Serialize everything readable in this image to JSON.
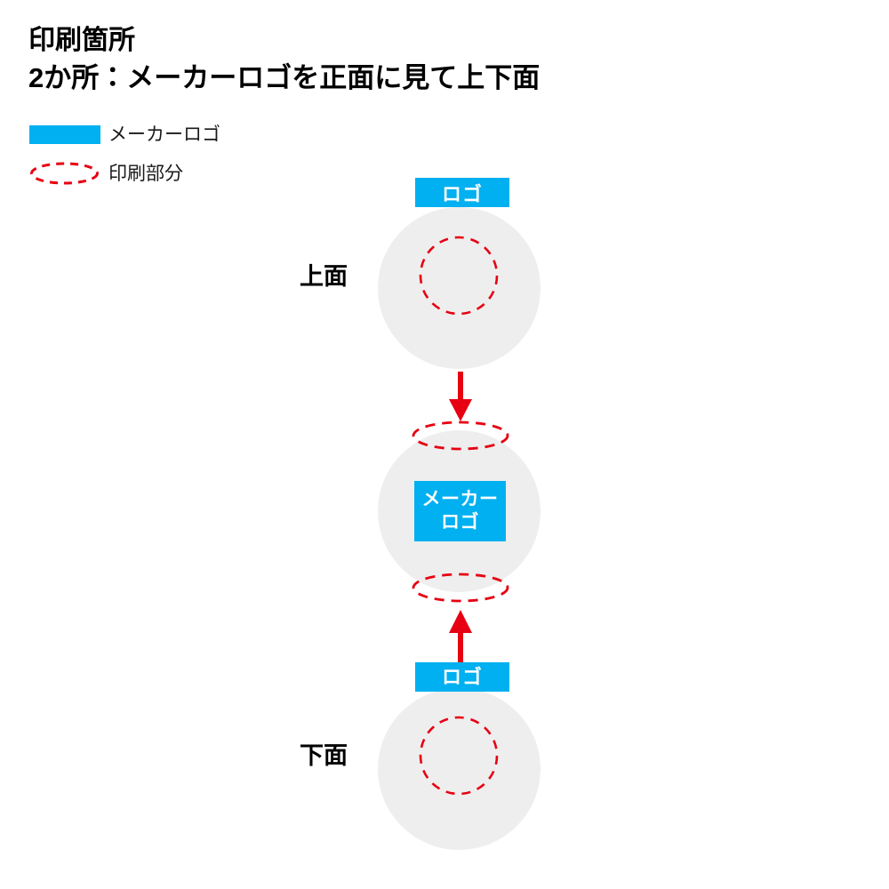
{
  "header": {
    "title": "印刷箇所",
    "subtitle": "2か所：メーカーロゴを正面に見て上下面"
  },
  "legend": {
    "items": [
      {
        "label": "メーカーロゴ",
        "symbol": "cyan-rectangle",
        "color": "#00B0F0"
      },
      {
        "label": "印刷部分",
        "symbol": "red-dashed-ellipse",
        "color": "#E60012"
      }
    ]
  },
  "diagram": {
    "colors": {
      "ball_fill": "#EFEEEE",
      "logo_cyan": "#00B0F0",
      "print_red": "#E60012",
      "text_dark": "#000000"
    },
    "balls": [
      {
        "view": "top",
        "side_label": "上面",
        "logo_label": "ロゴ",
        "print_marker": "circle"
      },
      {
        "view": "front",
        "side_label": "",
        "logo_label_line1": "メーカー",
        "logo_label_line2": "ロゴ",
        "print_marker": "ellipse-top-and-bottom"
      },
      {
        "view": "bottom",
        "side_label": "下面",
        "logo_label": "ロゴ",
        "print_marker": "circle"
      }
    ],
    "arrows": [
      {
        "name": "arrow-top-to-middle",
        "direction": "down"
      },
      {
        "name": "arrow-bottom-to-middle",
        "direction": "up"
      }
    ]
  }
}
